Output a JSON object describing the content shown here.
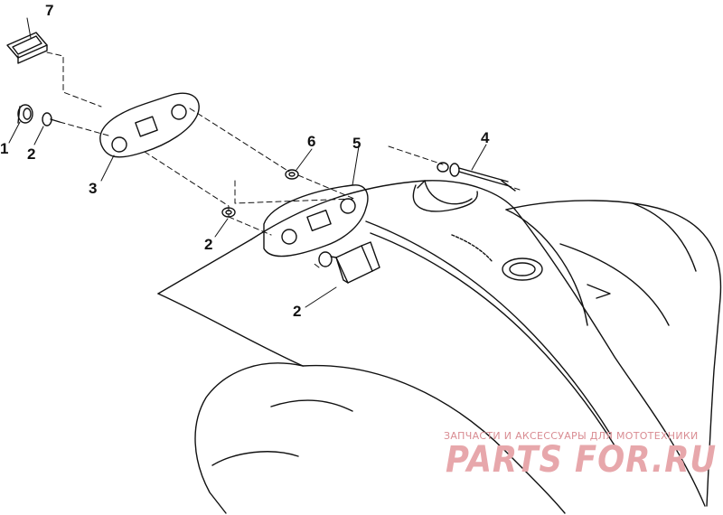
{
  "callouts": {
    "c1": "1",
    "c2a": "2",
    "c2b": "2",
    "c2c": "2",
    "c3": "3",
    "c4": "4",
    "c5": "5",
    "c6": "6",
    "c7": "7"
  },
  "watermark": {
    "tagline": "ЗАПЧАСТИ И АКСЕССУАРЫ ДЛЯ МОТОТЕХНИКИ",
    "logo": "PARTS FOR.RU"
  }
}
